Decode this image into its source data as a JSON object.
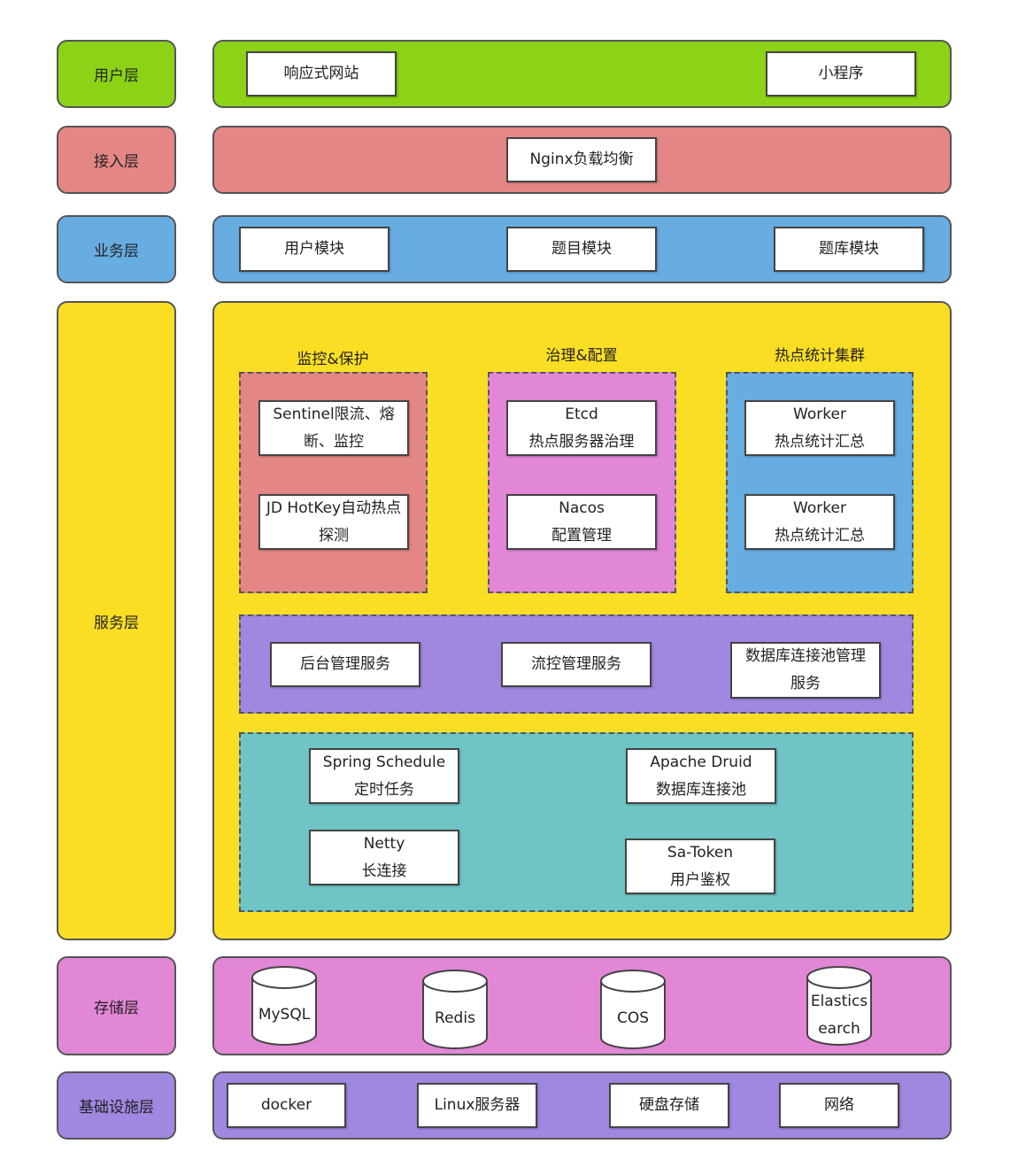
{
  "layers": {
    "user": {
      "label": "用户层",
      "items": [
        "响应式网站",
        "小程序"
      ]
    },
    "access": {
      "label": "接入层",
      "items": [
        "Nginx负载均衡"
      ]
    },
    "business": {
      "label": "业务层",
      "items": [
        "用户模块",
        "题目模块",
        "题库模块"
      ]
    },
    "service": {
      "label": "服务层",
      "monitor": {
        "title": "监控&保护",
        "items": [
          {
            "line1": "Sentinel限流、熔",
            "line2": "断、监控"
          },
          {
            "line1": "JD HotKey自动热点",
            "line2": "探测"
          }
        ]
      },
      "governance": {
        "title": "治理&配置",
        "items": [
          {
            "line1": "Etcd",
            "line2": "热点服务器治理"
          },
          {
            "line1": "Nacos",
            "line2": "配置管理"
          }
        ]
      },
      "hotspot": {
        "title": "热点统计集群",
        "items": [
          {
            "line1": "Worker",
            "line2": "热点统计汇总"
          },
          {
            "line1": "Worker",
            "line2": "热点统计汇总"
          }
        ]
      },
      "management": {
        "items": [
          {
            "line1": "后台管理服务",
            "line2": ""
          },
          {
            "line1": "流控管理服务",
            "line2": ""
          },
          {
            "line1": "数据库连接池管理",
            "line2": "服务"
          }
        ]
      },
      "components": {
        "items": [
          {
            "line1": "Spring Schedule",
            "line2": "定时任务"
          },
          {
            "line1": "Apache Druid",
            "line2": "数据库连接池"
          },
          {
            "line1": "Netty",
            "line2": "长连接"
          },
          {
            "line1": "Sa-Token",
            "line2": "用户鉴权"
          }
        ]
      }
    },
    "storage": {
      "label": "存储层",
      "items": [
        {
          "line1": "MySQL",
          "line2": ""
        },
        {
          "line1": "Redis",
          "line2": ""
        },
        {
          "line1": "COS",
          "line2": ""
        },
        {
          "line1": "Elastics",
          "line2": "earch"
        }
      ]
    },
    "infra": {
      "label": "基础设施层",
      "items": [
        "docker",
        "Linux服务器",
        "硬盘存储",
        "网络"
      ]
    }
  },
  "colors": {
    "user": "#8cd217",
    "access": "#e58686",
    "business": "#67ade2",
    "service": "#fade24",
    "storage": "#e286d6",
    "infra": "#a087e0",
    "monitor_group": "#e58686",
    "governance_group": "#e286d6",
    "hotspot_group": "#67ade2",
    "management_group": "#a087e0",
    "components_group": "#6fc5c5"
  }
}
